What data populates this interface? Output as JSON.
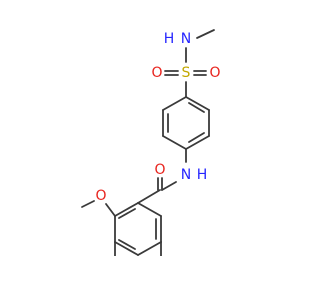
{
  "colors": {
    "bond": "#3a3a3a",
    "oxygen": "#e8231d",
    "nitrogen": "#2626ff",
    "sulfur": "#c2a800",
    "background": "#ffffff"
  },
  "atoms": {
    "sulfonamide_nh": "H",
    "sulfonamide_n": "N",
    "sulfur": "S",
    "sulfonyl_o_left": "O",
    "sulfonyl_o_right": "O",
    "amide_nh": "H",
    "amide_n": "N",
    "carbonyl_o": "O",
    "methoxy_o": "O"
  }
}
